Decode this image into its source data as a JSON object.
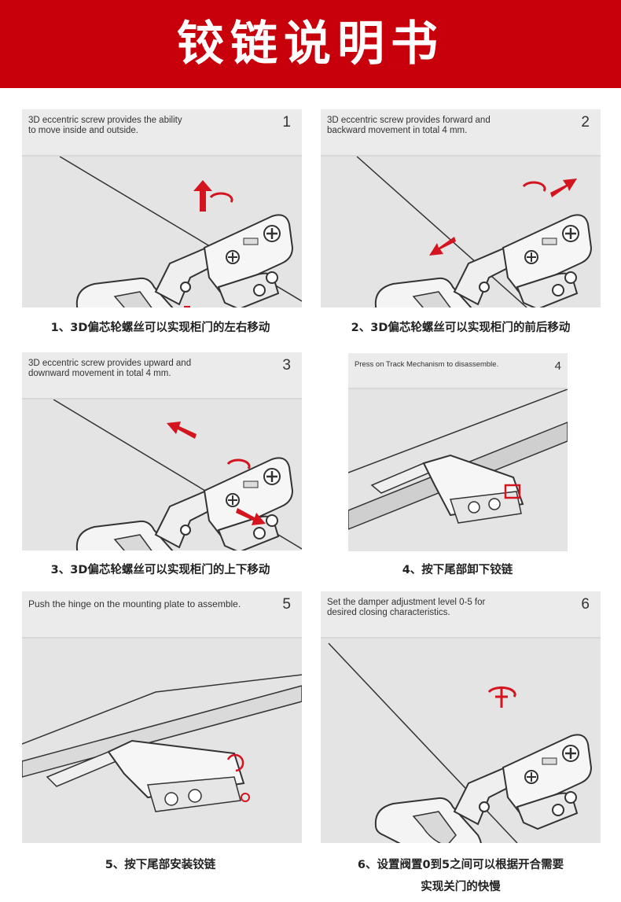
{
  "banner": {
    "title": "铰链说明书",
    "color": "#c8000b"
  },
  "steps": [
    {
      "number": "1",
      "description": "3D eccentric screw provides the ability\nto move inside and outside.",
      "caption": "1、3D偏芯轮螺丝可以实现柜门的左右移动"
    },
    {
      "number": "2",
      "description": "3D eccentric screw provides forward and\nbackward movement in total 4 mm.",
      "caption": "2、3D偏芯轮螺丝可以实现柜门的前后移动"
    },
    {
      "number": "3",
      "description": "3D eccentric screw provides upward and\ndownward movement in total 4 mm.",
      "caption": "3、3D偏芯轮螺丝可以实现柜门的上下移动"
    },
    {
      "number": "4",
      "description": "Press on Track Mechanism to disassemble.",
      "caption": "4、按下尾部卸下铰链"
    },
    {
      "number": "5",
      "description": "Push the hinge on the mounting plate to assemble.",
      "caption": "5、按下尾部安装铰链"
    },
    {
      "number": "6",
      "description": "Set the damper adjustment level 0-5 for\ndesired closing characteristics.",
      "caption": "6、设置阀置0到5之间可以根据开合需要",
      "caption_line2": "实现关门的快慢"
    }
  ],
  "colors": {
    "arrow_red": "#d4141e",
    "panel_bg": "#e4e4e4",
    "metal": "#f2f2f2"
  }
}
